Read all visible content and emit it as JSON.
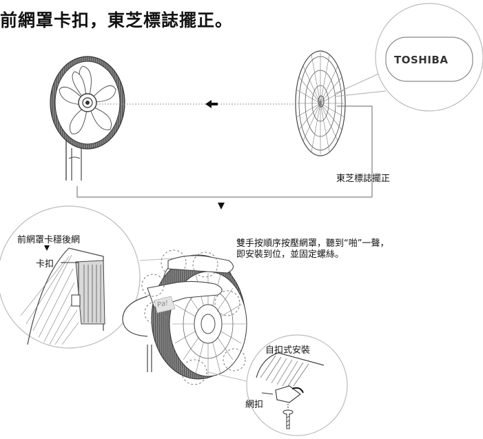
{
  "title": "前網罩卡扣，東芝標誌擺正。",
  "logo": {
    "text": "TOSHIBA"
  },
  "labels": {
    "logo_upright": "東芝標誌擺正",
    "front_grill_clip": "前網罩卡穩後網",
    "clip": "卡扣",
    "self_locking": "自扣式安裝",
    "grill_clip": "網扣",
    "pa": "Pa!"
  },
  "instruction": {
    "line1": "雙手按順序按壓網罩，聽到“啪”一聲，",
    "line2": "即安裝到位，並固定螺絲。"
  },
  "colors": {
    "ink": "#1a1a1a",
    "ring": "#6b6b6b",
    "ring_light": "#9a9a9a",
    "callout": "#bfbfbf"
  }
}
